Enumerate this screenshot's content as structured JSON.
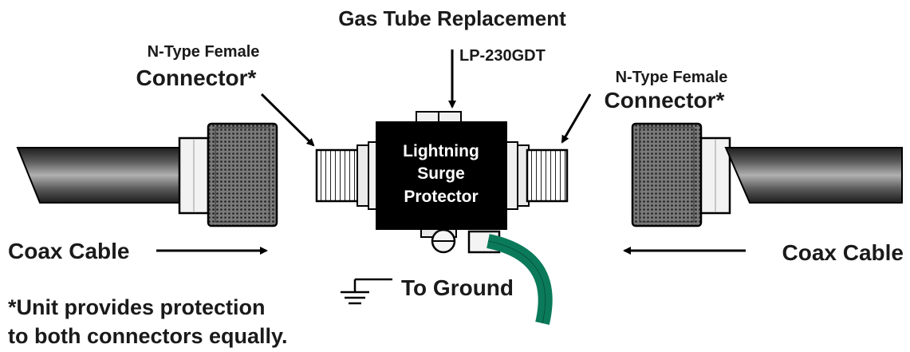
{
  "title": "Gas Tube Replacement",
  "part_number": "LP-230GDT",
  "left_connector": {
    "line1": "N-Type Female",
    "line2": "Connector*"
  },
  "right_connector": {
    "line1": "N-Type Female",
    "line2": "Connector*"
  },
  "protector": {
    "line1": "Lightning",
    "line2": "Surge",
    "line3": "Protector"
  },
  "left_cable_label": "Coax Cable",
  "right_cable_label": "Coax Cable",
  "ground_label": "To Ground",
  "footnote": {
    "line1": "*Unit provides protection",
    "line2": "to both connectors equally."
  },
  "colors": {
    "ground_wire": "#0b7a5a",
    "protector_body": "#000000",
    "cable": "#3a3a3a",
    "text": "#1a1a1a"
  }
}
